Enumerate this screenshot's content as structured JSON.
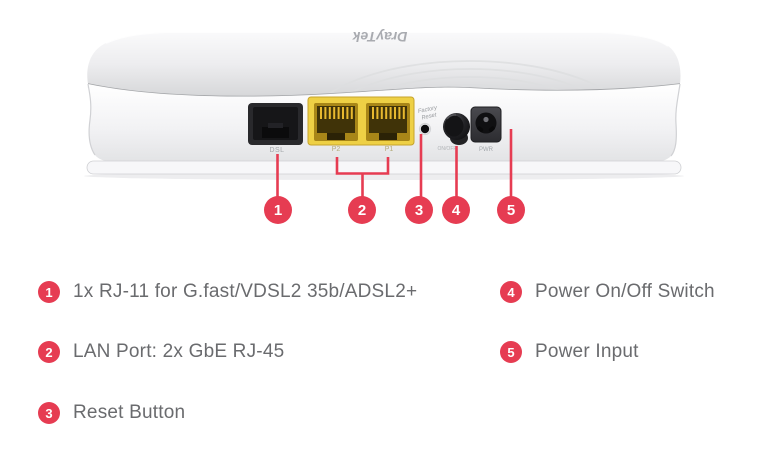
{
  "accent_color": "#e63c52",
  "device": {
    "brand": "DrayTek",
    "panel_labels": {
      "dsl": "DSL",
      "lan_p2": "P2",
      "lan_p1": "P1",
      "reset_line1": "Factory",
      "reset_line2": "Reset",
      "power_switch": "ON/OFF",
      "power_input": "PWR"
    }
  },
  "callouts": [
    {
      "number": "1"
    },
    {
      "number": "2"
    },
    {
      "number": "3"
    },
    {
      "number": "4"
    },
    {
      "number": "5"
    }
  ],
  "legend": {
    "left": [
      {
        "number": "1",
        "text": "1x RJ-11 for G.fast/VDSL2 35b/ADSL2+"
      },
      {
        "number": "2",
        "text": "LAN Port: 2x GbE RJ-45"
      },
      {
        "number": "3",
        "text": "Reset Button"
      }
    ],
    "right": [
      {
        "number": "4",
        "text": "Power On/Off Switch"
      },
      {
        "number": "5",
        "text": "Power Input"
      }
    ]
  }
}
